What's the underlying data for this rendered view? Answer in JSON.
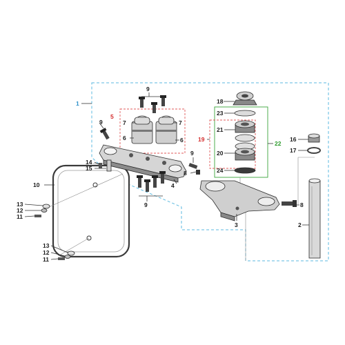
{
  "colors": {
    "blue_group": "#5bb9e0",
    "red_group": "#e05a5a",
    "green_group": "#3aa53a",
    "part_dark": "#3a3a3a",
    "part_light": "#cfcfcf"
  },
  "callouts": {
    "c1": "1",
    "c2": "2",
    "c3": "3",
    "c4": "4",
    "c5": "5",
    "c6a": "6",
    "c6b": "6",
    "c7a": "7",
    "c7b": "7",
    "c8a": "8",
    "c8b": "8",
    "c9a": "9",
    "c9b": "9",
    "c9c": "9",
    "c9d": "9",
    "c10": "10",
    "c11a": "11",
    "c11b": "11",
    "c12a": "12",
    "c12b": "12",
    "c13a": "13",
    "c13b": "13",
    "c14": "14",
    "c15": "15",
    "c16": "16",
    "c17": "17",
    "c18": "18",
    "c19": "19",
    "c20": "20",
    "c21": "21",
    "c22": "22",
    "c23": "23",
    "c24": "24"
  }
}
